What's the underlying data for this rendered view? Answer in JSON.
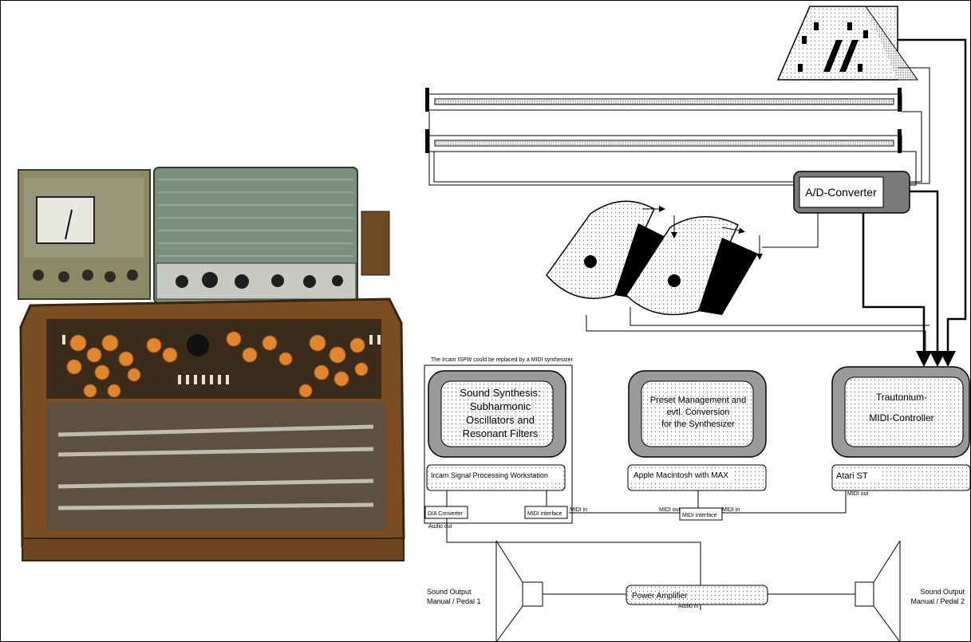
{
  "diagram": {
    "note": "The Ircam ISPW could be replaced by a MIDI synthesizer",
    "adc": "A/D-Converter",
    "screens": {
      "sound_synthesis": [
        "Sound Synthesis:",
        "Subharmonic",
        "Oscillators and",
        "Resonant Filters"
      ],
      "preset_management": [
        "Preset Management and",
        "evtl. Conversion",
        "for the Synthesizer"
      ],
      "trautonium_midi": [
        "Trautonium-",
        "MIDI-Controller"
      ]
    },
    "computers": {
      "ircam": "Ircam Signal Processing Workstation",
      "mac": "Apple Macintosh with MAX",
      "atari": "Atari ST"
    },
    "interfaces": {
      "da_converter": "D/A Converter",
      "midi_interface_ircam": "MIDI interface",
      "midi_interface_mac": "MIDI interface"
    },
    "port_labels": {
      "audio_out": "Audio out",
      "midi_in_1": "MIDI in",
      "midi_out": "MIDI out",
      "midi_in_2": "MIDI in",
      "midi_out_atari": "MIDI out",
      "audio_in": "Audio in"
    },
    "amplifier": "Power Amplifier",
    "output_left": [
      "Sound Output",
      "Manual / Pedal 1"
    ],
    "output_right": [
      "Sound Output",
      "Manual / Pedal 2"
    ]
  }
}
